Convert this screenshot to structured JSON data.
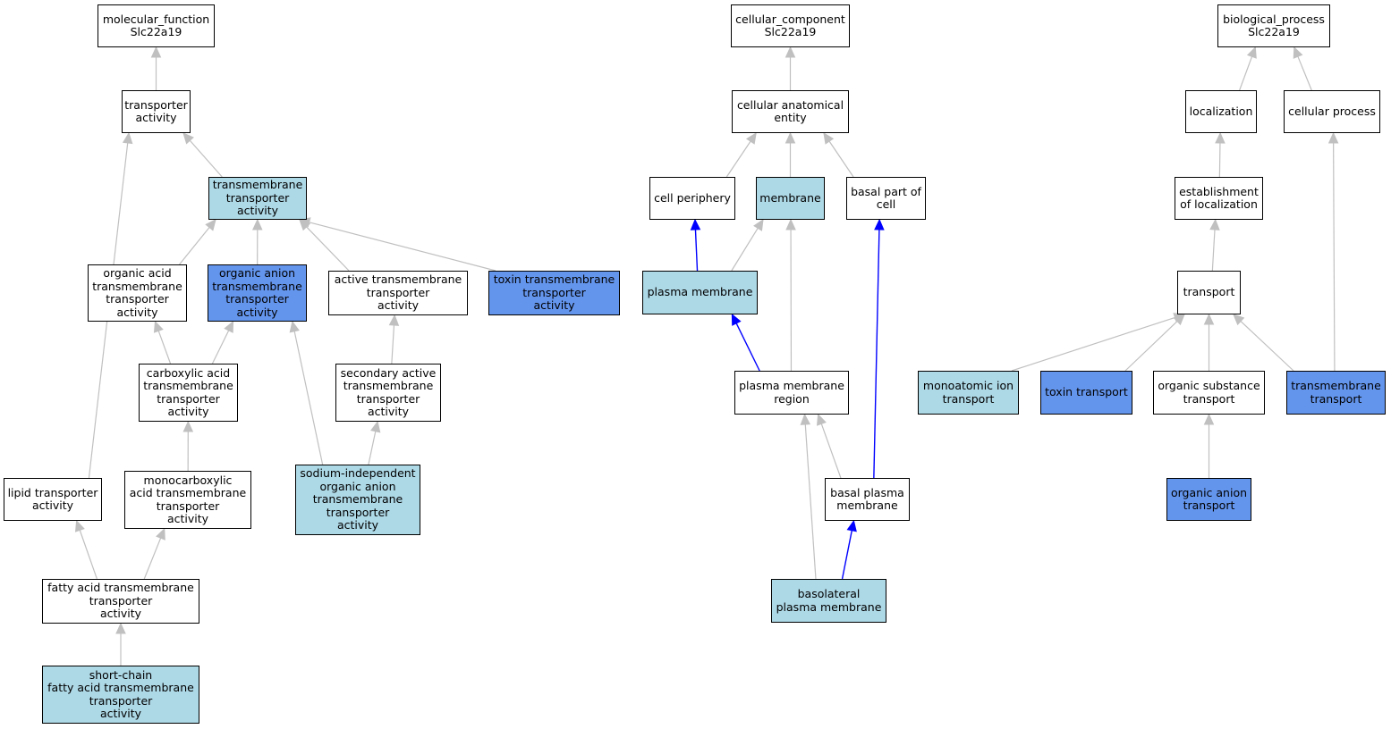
{
  "colors": {
    "edge_default": "#c0c0c0",
    "edge_highlight": "#0000ff",
    "node_plain": "#ffffff",
    "node_light": "#add8e6",
    "node_dark": "#6495ed"
  },
  "nodes": {
    "mf_root": {
      "label": "molecular_function\nSlc22a19",
      "fill": "plain"
    },
    "transporter_activity": {
      "label": "transporter\nactivity",
      "fill": "plain"
    },
    "tm_transporter_activity": {
      "label": "transmembrane\ntransporter\nactivity",
      "fill": "light"
    },
    "organic_acid_tm": {
      "label": "organic acid\ntransmembrane\ntransporter\nactivity",
      "fill": "plain"
    },
    "organic_anion_tm": {
      "label": "organic anion\ntransmembrane\ntransporter\nactivity",
      "fill": "dark"
    },
    "active_tm": {
      "label": "active transmembrane\ntransporter\nactivity",
      "fill": "plain"
    },
    "toxin_tm": {
      "label": "toxin transmembrane\ntransporter\nactivity",
      "fill": "dark"
    },
    "carboxylic_acid_tm": {
      "label": "carboxylic acid\ntransmembrane\ntransporter\nactivity",
      "fill": "plain"
    },
    "secondary_active_tm": {
      "label": "secondary active\ntransmembrane\ntransporter\nactivity",
      "fill": "plain"
    },
    "lipid_transporter": {
      "label": "lipid transporter\nactivity",
      "fill": "plain"
    },
    "monocarboxylic_acid_tm": {
      "label": "monocarboxylic\nacid transmembrane\ntransporter\nactivity",
      "fill": "plain"
    },
    "sodium_independent": {
      "label": "sodium-independent\norganic anion\ntransmembrane\ntransporter\nactivity",
      "fill": "light"
    },
    "fatty_acid_tm": {
      "label": "fatty acid transmembrane\ntransporter\nactivity",
      "fill": "plain"
    },
    "short_chain_fatty_acid": {
      "label": "short-chain\nfatty acid transmembrane\ntransporter\nactivity",
      "fill": "light"
    },
    "cc_root": {
      "label": "cellular_component\nSlc22a19",
      "fill": "plain"
    },
    "cellular_anatomical_entity": {
      "label": "cellular anatomical\nentity",
      "fill": "plain"
    },
    "cell_periphery": {
      "label": "cell periphery",
      "fill": "plain"
    },
    "membrane": {
      "label": "membrane",
      "fill": "light"
    },
    "basal_part_of_cell": {
      "label": "basal part of\ncell",
      "fill": "plain"
    },
    "plasma_membrane": {
      "label": "plasma membrane",
      "fill": "light"
    },
    "plasma_membrane_region": {
      "label": "plasma membrane\nregion",
      "fill": "plain"
    },
    "basal_plasma_membrane": {
      "label": "basal plasma\nmembrane",
      "fill": "plain"
    },
    "basolateral_plasma_membrane": {
      "label": "basolateral\nplasma membrane",
      "fill": "light"
    },
    "bp_root": {
      "label": "biological_process\nSlc22a19",
      "fill": "plain"
    },
    "localization": {
      "label": "localization",
      "fill": "plain"
    },
    "cellular_process": {
      "label": "cellular process",
      "fill": "plain"
    },
    "establishment_of_localization": {
      "label": "establishment\nof localization",
      "fill": "plain"
    },
    "transport": {
      "label": "transport",
      "fill": "plain"
    },
    "monoatomic_ion_transport": {
      "label": "monoatomic ion\ntransport",
      "fill": "light"
    },
    "toxin_transport": {
      "label": "toxin transport",
      "fill": "dark"
    },
    "organic_substance_transport": {
      "label": "organic substance\ntransport",
      "fill": "plain"
    },
    "transmembrane_transport": {
      "label": "transmembrane\ntransport",
      "fill": "dark"
    },
    "organic_anion_transport": {
      "label": "organic anion\ntransport",
      "fill": "dark"
    }
  },
  "edges": [
    {
      "from": "transporter_activity",
      "to": "mf_root",
      "highlight": false
    },
    {
      "from": "tm_transporter_activity",
      "to": "transporter_activity",
      "highlight": false
    },
    {
      "from": "lipid_transporter",
      "to": "transporter_activity",
      "highlight": false
    },
    {
      "from": "organic_acid_tm",
      "to": "tm_transporter_activity",
      "highlight": false
    },
    {
      "from": "organic_anion_tm",
      "to": "tm_transporter_activity",
      "highlight": false
    },
    {
      "from": "active_tm",
      "to": "tm_transporter_activity",
      "highlight": false
    },
    {
      "from": "toxin_tm",
      "to": "tm_transporter_activity",
      "highlight": false
    },
    {
      "from": "carboxylic_acid_tm",
      "to": "organic_acid_tm",
      "highlight": false
    },
    {
      "from": "carboxylic_acid_tm",
      "to": "organic_anion_tm",
      "highlight": false
    },
    {
      "from": "sodium_independent",
      "to": "organic_anion_tm",
      "highlight": false
    },
    {
      "from": "secondary_active_tm",
      "to": "active_tm",
      "highlight": false
    },
    {
      "from": "sodium_independent",
      "to": "secondary_active_tm",
      "highlight": false
    },
    {
      "from": "monocarboxylic_acid_tm",
      "to": "carboxylic_acid_tm",
      "highlight": false
    },
    {
      "from": "fatty_acid_tm",
      "to": "lipid_transporter",
      "highlight": false
    },
    {
      "from": "fatty_acid_tm",
      "to": "monocarboxylic_acid_tm",
      "highlight": false
    },
    {
      "from": "short_chain_fatty_acid",
      "to": "fatty_acid_tm",
      "highlight": false
    },
    {
      "from": "cellular_anatomical_entity",
      "to": "cc_root",
      "highlight": false
    },
    {
      "from": "cell_periphery",
      "to": "cellular_anatomical_entity",
      "highlight": false
    },
    {
      "from": "membrane",
      "to": "cellular_anatomical_entity",
      "highlight": false
    },
    {
      "from": "basal_part_of_cell",
      "to": "cellular_anatomical_entity",
      "highlight": false
    },
    {
      "from": "plasma_membrane",
      "to": "cell_periphery",
      "highlight": true
    },
    {
      "from": "plasma_membrane",
      "to": "membrane",
      "highlight": false
    },
    {
      "from": "plasma_membrane_region",
      "to": "membrane",
      "highlight": false
    },
    {
      "from": "plasma_membrane_region",
      "to": "plasma_membrane",
      "highlight": true
    },
    {
      "from": "basal_plasma_membrane",
      "to": "basal_part_of_cell",
      "highlight": true
    },
    {
      "from": "basal_plasma_membrane",
      "to": "plasma_membrane_region",
      "highlight": false
    },
    {
      "from": "basolateral_plasma_membrane",
      "to": "plasma_membrane_region",
      "highlight": false
    },
    {
      "from": "basolateral_plasma_membrane",
      "to": "basal_plasma_membrane",
      "highlight": true
    },
    {
      "from": "localization",
      "to": "bp_root",
      "highlight": false
    },
    {
      "from": "cellular_process",
      "to": "bp_root",
      "highlight": false
    },
    {
      "from": "establishment_of_localization",
      "to": "localization",
      "highlight": false
    },
    {
      "from": "transport",
      "to": "establishment_of_localization",
      "highlight": false
    },
    {
      "from": "monoatomic_ion_transport",
      "to": "transport",
      "highlight": false
    },
    {
      "from": "toxin_transport",
      "to": "transport",
      "highlight": false
    },
    {
      "from": "organic_substance_transport",
      "to": "transport",
      "highlight": false
    },
    {
      "from": "transmembrane_transport",
      "to": "transport",
      "highlight": false
    },
    {
      "from": "transmembrane_transport",
      "to": "cellular_process",
      "highlight": false
    },
    {
      "from": "organic_anion_transport",
      "to": "organic_substance_transport",
      "highlight": false
    }
  ]
}
